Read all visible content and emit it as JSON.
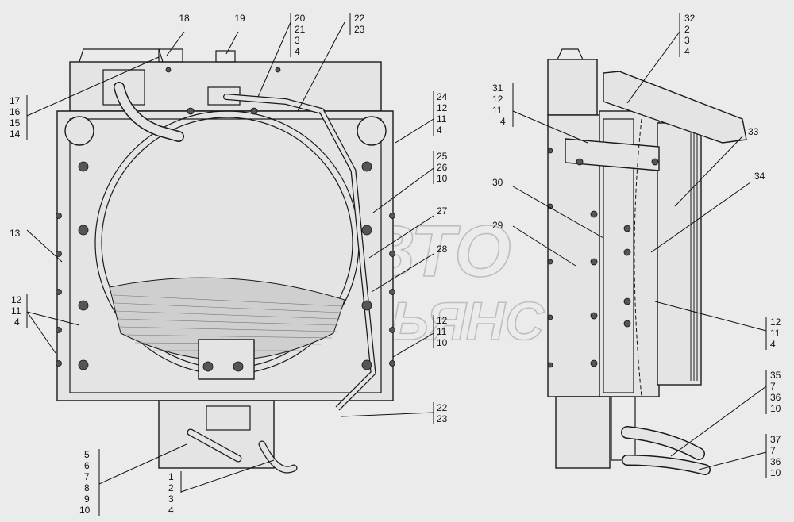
{
  "watermark": {
    "line1": "АВТО",
    "line2": "АЛЬЯНС"
  },
  "callouts": [
    {
      "id": "c18",
      "lines": [
        "18"
      ]
    },
    {
      "id": "c19",
      "lines": [
        "19"
      ]
    },
    {
      "id": "c20",
      "lines": [
        "20",
        "21",
        "3",
        "4"
      ]
    },
    {
      "id": "c22t",
      "lines": [
        "22",
        "23"
      ]
    },
    {
      "id": "c17",
      "lines": [
        "17",
        "16",
        "15",
        "14"
      ]
    },
    {
      "id": "c13",
      "lines": [
        "13"
      ]
    },
    {
      "id": "c12l",
      "lines": [
        "12",
        "11",
        "4"
      ]
    },
    {
      "id": "c24",
      "lines": [
        "24",
        "12",
        "11",
        "4"
      ]
    },
    {
      "id": "c25",
      "lines": [
        "25",
        "26",
        "10"
      ]
    },
    {
      "id": "c27",
      "lines": [
        "27"
      ]
    },
    {
      "id": "c28",
      "lines": [
        "28"
      ]
    },
    {
      "id": "c12m",
      "lines": [
        "12",
        "11",
        "10"
      ]
    },
    {
      "id": "c22b",
      "lines": [
        "22",
        "23"
      ]
    },
    {
      "id": "c5",
      "lines": [
        "5",
        "6",
        "7",
        "8",
        "9",
        "10"
      ]
    },
    {
      "id": "c1",
      "lines": [
        "1",
        "2",
        "3",
        "4"
      ]
    },
    {
      "id": "c32",
      "lines": [
        "32",
        "2",
        "3",
        "4"
      ]
    },
    {
      "id": "c31",
      "lines": [
        "31",
        "12",
        "11",
        "4"
      ]
    },
    {
      "id": "c30",
      "lines": [
        "30"
      ]
    },
    {
      "id": "c29",
      "lines": [
        "29"
      ]
    },
    {
      "id": "c33",
      "lines": [
        "33"
      ]
    },
    {
      "id": "c34",
      "lines": [
        "34"
      ]
    },
    {
      "id": "c12r",
      "lines": [
        "12",
        "11",
        "4"
      ]
    },
    {
      "id": "c35",
      "lines": [
        "35",
        "7",
        "36",
        "10"
      ]
    },
    {
      "id": "c37",
      "lines": [
        "37",
        "7",
        "36",
        "10"
      ]
    }
  ]
}
